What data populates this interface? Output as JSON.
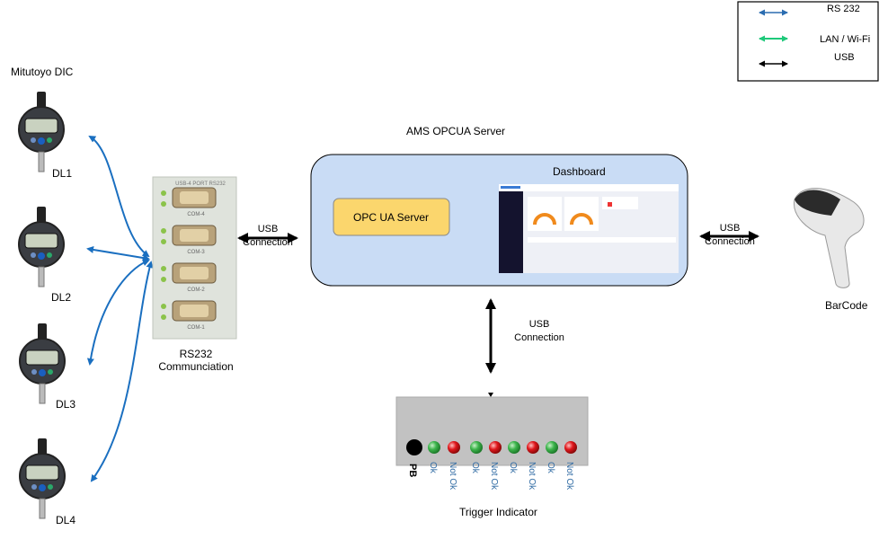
{
  "legend": {
    "items": [
      {
        "label": "RS 232",
        "color": "#2a6cb0"
      },
      {
        "label": "LAN / Wi-Fi",
        "color": "#1ec97a"
      },
      {
        "label": "USB",
        "color": "#000000"
      }
    ]
  },
  "devices": {
    "title": "Mitutoyo DIC",
    "indicators": [
      "DL1",
      "DL2",
      "DL3",
      "DL4"
    ]
  },
  "rs232": {
    "board_title": "USB-4 PORT RS232",
    "ports": [
      "COM-4",
      "COM-3",
      "COM-2",
      "COM-1"
    ],
    "label_line1": "RS232",
    "label_line2": "Communciation"
  },
  "links": {
    "left_usb": [
      "USB",
      "Connection"
    ],
    "right_usb": [
      "USB",
      "Connection"
    ],
    "bottom_usb": [
      "USB",
      "Connection"
    ]
  },
  "server": {
    "title": "AMS OPCUA Server",
    "dashboard_label": "Dashboard",
    "opc_label": "OPC UA Server",
    "colors": {
      "box": "#c9dcf5",
      "opc": "#fbd66d"
    }
  },
  "barcode": {
    "label": "BarCode"
  },
  "trigger": {
    "label": "Trigger Indicator",
    "pb_label": "PB",
    "leds": [
      {
        "label": "Ok",
        "color": "green"
      },
      {
        "label": "Not Ok",
        "color": "red"
      },
      {
        "label": "Ok",
        "color": "green"
      },
      {
        "label": "Not Ok",
        "color": "red"
      },
      {
        "label": "Ok",
        "color": "green"
      },
      {
        "label": "Not Ok",
        "color": "red"
      },
      {
        "label": "Ok",
        "color": "green"
      },
      {
        "label": "Not Ok",
        "color": "red"
      }
    ]
  }
}
